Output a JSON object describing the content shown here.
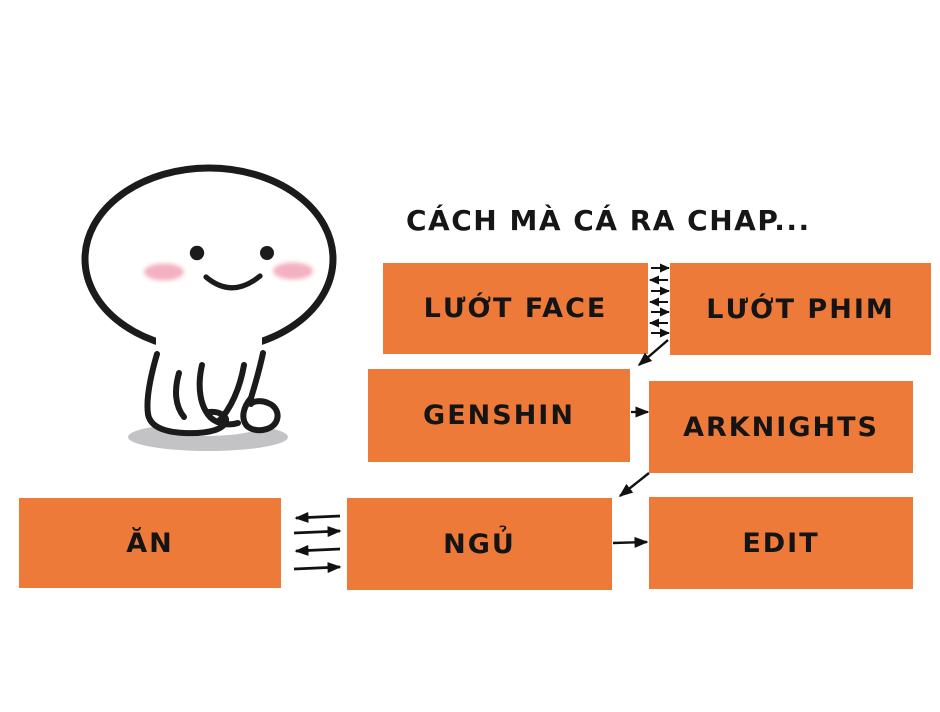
{
  "title": {
    "text": "CÁCH MÀ CÁ RA CHAP..."
  },
  "boxes": [
    {
      "id": "luot-face",
      "label": "LƯỚT FACE"
    },
    {
      "id": "luot-phim",
      "label": "LƯỚT PHIM"
    },
    {
      "id": "genshin",
      "label": "GENSHIN"
    },
    {
      "id": "arknights",
      "label": "ARKNIGHTS"
    },
    {
      "id": "an",
      "label": "ĂN"
    },
    {
      "id": "ngu",
      "label": "NGỦ"
    },
    {
      "id": "edit",
      "label": "EDIT"
    }
  ],
  "connections": [
    {
      "from": "LƯỚT FACE",
      "to": "LƯỚT PHIM",
      "style": "alternating-horizontal-stack",
      "arrow_count": 7,
      "directions": [
        "right",
        "left",
        "right",
        "left",
        "right",
        "left",
        "right"
      ]
    },
    {
      "from": "LƯỚT PHIM",
      "to": "GENSHIN",
      "style": "diagonal-down-left",
      "arrow_count": 1
    },
    {
      "from": "GENSHIN",
      "to": "ARKNIGHTS",
      "style": "single-right",
      "arrow_count": 1
    },
    {
      "from": "ARKNIGHTS",
      "to": "NGỦ",
      "style": "diagonal-down-left",
      "arrow_count": 1
    },
    {
      "from": "ĂN",
      "to": "NGỦ",
      "style": "alternating-horizontal-stack",
      "arrow_count": 4,
      "directions": [
        "left",
        "right",
        "left",
        "right"
      ]
    },
    {
      "from": "NGỦ",
      "to": "EDIT",
      "style": "single-right",
      "arrow_count": 1
    }
  ],
  "character": {
    "name": "quby-white-blob-mascot",
    "expression": "smiling, blushing cheeks",
    "pose": "squatting"
  },
  "colors": {
    "box_orange": "#EE7A3A",
    "text_black": "#141414",
    "outline_black": "#1B1B1B",
    "cheek_pink": "#F3A9BA",
    "shadow_gray": "#C3C3C5",
    "background": "#FFFFFF"
  }
}
